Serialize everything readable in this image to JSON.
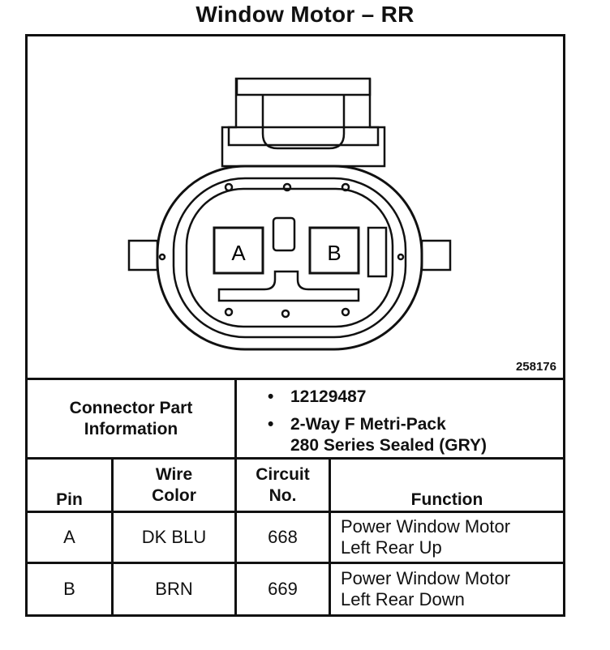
{
  "title": "Window Motor – RR",
  "diagram": {
    "drawing_number": "258176",
    "pin_labels": [
      "A",
      "B"
    ]
  },
  "connector_info": {
    "label_line1": "Connector Part",
    "label_line2": "Information",
    "bullets": [
      {
        "symbol": "•",
        "lines": [
          "12129487"
        ]
      },
      {
        "symbol": "•",
        "lines": [
          "2-Way F Metri-Pack",
          "280 Series Sealed (GRY)"
        ]
      }
    ]
  },
  "table": {
    "headers": {
      "pin": "Pin",
      "wire_color": [
        "Wire",
        "Color"
      ],
      "circuit": [
        "Circuit",
        "No."
      ],
      "function": "Function"
    },
    "rows": [
      {
        "pin": "A",
        "wire_color": "DK BLU",
        "circuit": "668",
        "function": [
          "Power Window Motor",
          "Left Rear Up"
        ]
      },
      {
        "pin": "B",
        "wire_color": "BRN",
        "circuit": "669",
        "function": [
          "Power Window Motor",
          "Left Rear Down"
        ]
      }
    ]
  }
}
